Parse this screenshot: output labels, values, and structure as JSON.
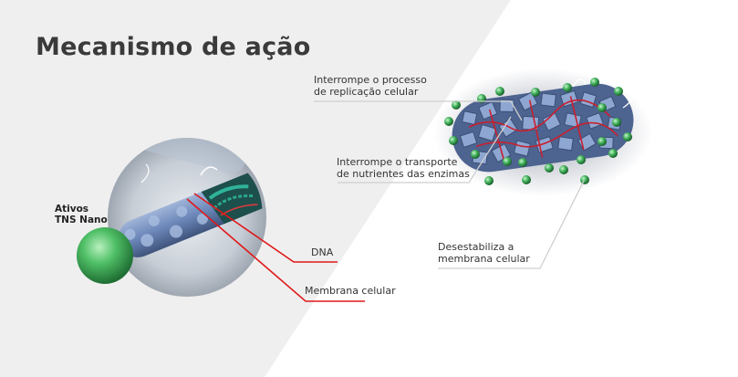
{
  "page": {
    "title": "Mecanismo de ação"
  },
  "left_diagram": {
    "agent_label_line1": "Ativos",
    "agent_label_line2": "TNS Nano",
    "dna_label": "DNA",
    "membrane_label": "Membrana celular"
  },
  "right_diagram": {
    "label_replication_line1": "Interrompe o processo",
    "label_replication_line2": "de replicação celular",
    "label_transport_line1": "Interrompe o transporte",
    "label_transport_line2": "de nutrientes das enzimas",
    "label_destabilize_line1": "Desestabiliza a",
    "label_destabilize_line2": "membrana celular"
  },
  "colors": {
    "pointer_red": "#e01818",
    "nanoparticle_green": "#3fa85a",
    "bacterium_blue": "#6b86b8",
    "title_text": "#3a3a3a"
  }
}
